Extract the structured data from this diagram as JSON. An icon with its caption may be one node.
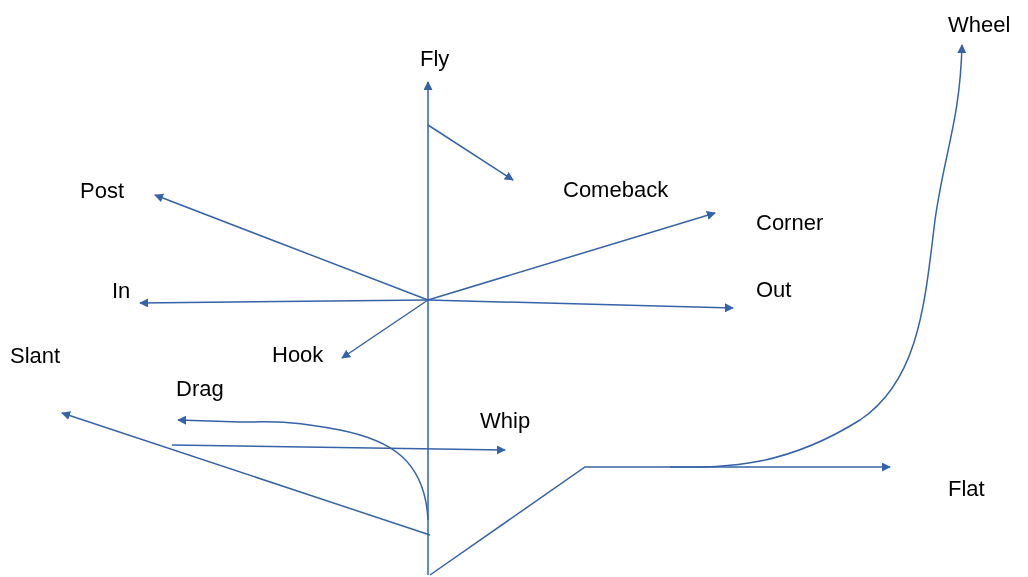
{
  "diagram": {
    "nodes": [
      {
        "text": [
          "Wheel"
        ]
      },
      {
        "text": [
          "Fly"
        ]
      },
      {
        "text": [
          "Post"
        ]
      },
      {
        "text": [
          "Comeback"
        ]
      },
      {
        "text": [
          "Corner"
        ]
      },
      {
        "text": [
          "In"
        ]
      },
      {
        "text": [
          "Out"
        ]
      },
      {
        "text": [
          "Slant"
        ]
      },
      {
        "text": [
          "Hook"
        ]
      },
      {
        "text": [
          "Drag"
        ]
      },
      {
        "text": [
          "Whip"
        ]
      },
      {
        "text": [
          "Flat"
        ]
      }
    ],
    "edges": [
      {
        "from": null,
        "to": 0,
        "arrow": "to"
      },
      {
        "from": null,
        "to": 1,
        "arrow": "to"
      },
      {
        "from": null,
        "to": 2,
        "arrow": "to"
      },
      {
        "from": null,
        "to": 3,
        "arrow": "to"
      },
      {
        "from": null,
        "to": 4,
        "arrow": "to"
      },
      {
        "from": null,
        "to": 5,
        "arrow": "to"
      },
      {
        "from": null,
        "to": 6,
        "arrow": "to"
      },
      {
        "from": null,
        "to": 7,
        "arrow": "to"
      },
      {
        "from": null,
        "to": 8,
        "arrow": "to"
      },
      {
        "from": null,
        "to": 9,
        "arrow": "to"
      },
      {
        "from": null,
        "to": 10,
        "arrow": "to"
      },
      {
        "from": null,
        "to": 11,
        "arrow": "to"
      }
    ]
  }
}
